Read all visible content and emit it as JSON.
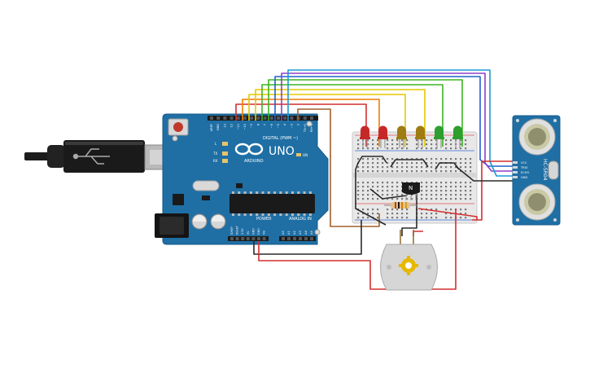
{
  "board": {
    "brand": "ARDUINO",
    "model": "UNO",
    "digital_label": "DIGITAL (PWM ~)",
    "power_label": "POWER",
    "analog_label": "ANALOG IN",
    "on_label": "ON",
    "l_label": "L",
    "tx_label": "TX",
    "rx_label": "RX",
    "digital_pins": [
      "AREF",
      "GND",
      "13",
      "12",
      "~11",
      "~10",
      "~9",
      "8",
      "7",
      "~6",
      "~5",
      "4",
      "~3",
      "2",
      "TX→1",
      "RX←0"
    ],
    "power_pins": [
      "IOREF",
      "RESET",
      "3.3V",
      "5V",
      "GND",
      "GND",
      "Vin"
    ],
    "analog_pins": [
      "A0",
      "A1",
      "A2",
      "A3",
      "A4",
      "A5"
    ]
  },
  "sensor": {
    "model": "HC-SR04",
    "pins": [
      "VCC",
      "TRIG",
      "ECHO",
      "GND"
    ]
  },
  "transistor": {
    "label": "N"
  },
  "colors": {
    "board": "#1f6fa5",
    "led_red": "#c62828",
    "led_yellow": "#9e7c12",
    "led_green": "#2e9e2e",
    "wire_red": "#d32f2f",
    "wire_orange": "#ef7d00",
    "wire_yellow": "#e5c800",
    "wire_green": "#3cb521",
    "wire_blue": "#1e63c8",
    "wire_purple": "#8e3fc8",
    "wire_cyan": "#1e9ad6",
    "wire_black": "#2a2a2a",
    "wire_brown": "#a0602c"
  }
}
